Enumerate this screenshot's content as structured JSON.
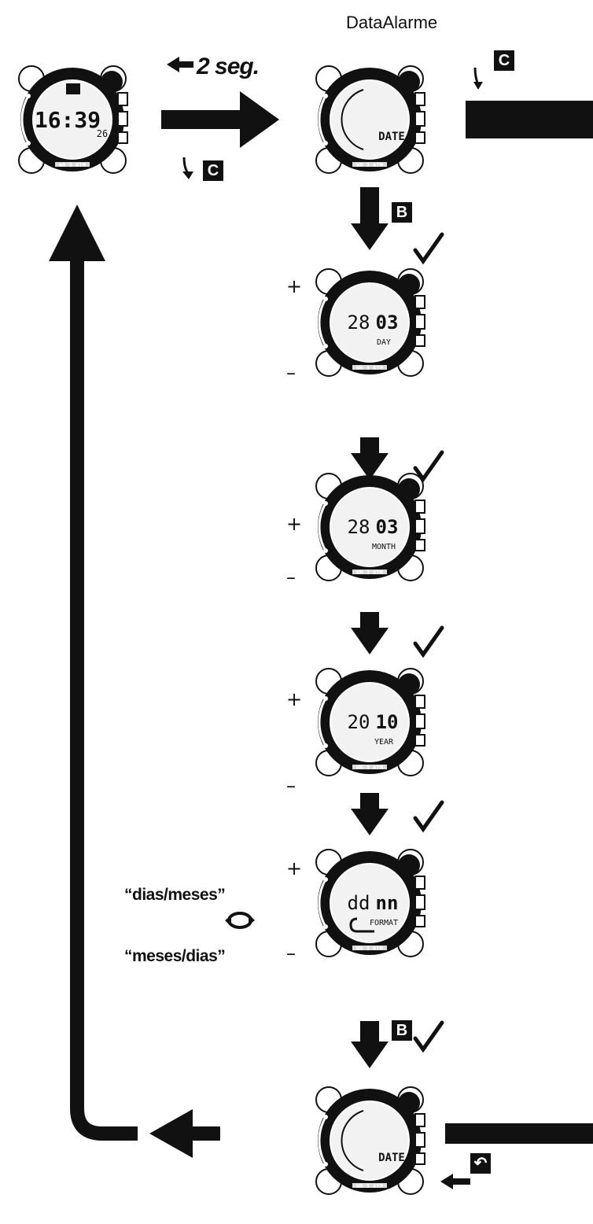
{
  "header": {
    "title": "DataAlarme"
  },
  "labels": {
    "hold_time": "2 seg.",
    "option_a": "“dias/meses”",
    "option_b": "“meses/dias”",
    "plus": "+",
    "minus": "–"
  },
  "keys": {
    "c": "C",
    "b": "B"
  },
  "watches": [
    {
      "name": "home",
      "main": "16:39",
      "sub": "26"
    },
    {
      "name": "date-menu",
      "main": "",
      "sub": "DATE"
    },
    {
      "name": "set-day",
      "main": "28",
      "main2": "03",
      "sub": "DAY"
    },
    {
      "name": "set-month",
      "main": "28",
      "main2": "03",
      "sub": "MONTH"
    },
    {
      "name": "set-year",
      "main": "20",
      "main2": "10",
      "sub": "YEAR"
    },
    {
      "name": "set-format",
      "main": "dd",
      "main2": "nn",
      "sub": "FORMAT"
    },
    {
      "name": "date-menu-exit",
      "main": "",
      "sub": "DATE"
    }
  ],
  "bezel_text": "WR 3 ATM",
  "colors": {
    "ink": "#111111",
    "paper": "#ffffff",
    "lcd": "#f2f2f2"
  }
}
